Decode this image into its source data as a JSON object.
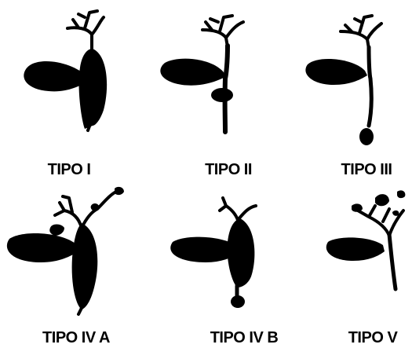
{
  "title": "",
  "types": [
    {
      "label": "TIPO I"
    },
    {
      "label": "TIPO II"
    },
    {
      "label": "TIPO III"
    },
    {
      "label": "TIPO IV A"
    },
    {
      "label": "TIPO IV B"
    },
    {
      "label": "TIPO V"
    }
  ],
  "colors": {
    "ink": "#000000",
    "background": "#ffffff"
  }
}
